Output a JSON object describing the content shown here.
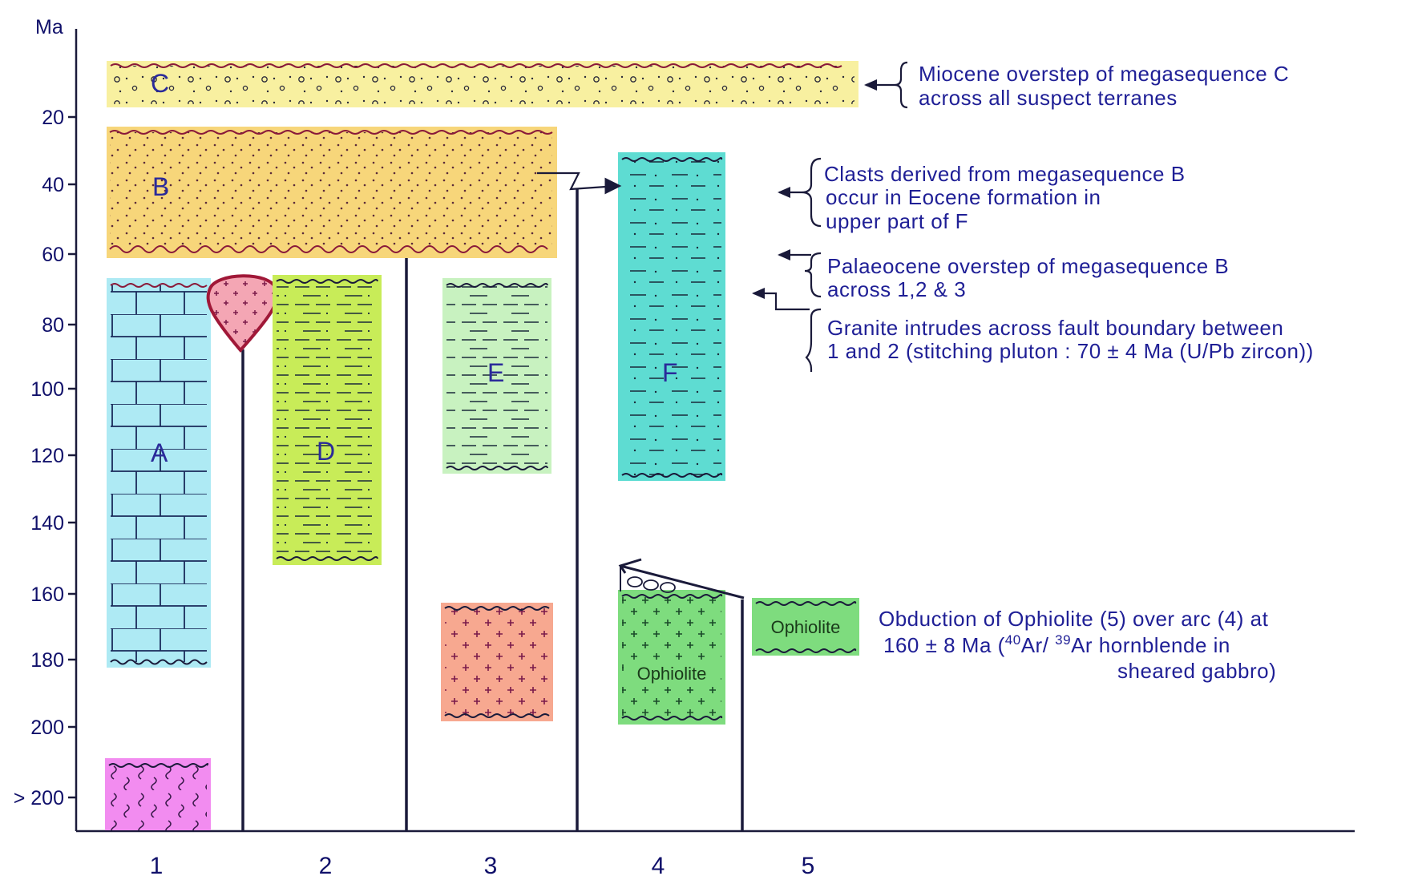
{
  "axis": {
    "unit": "Ma",
    "ticks": [
      "20",
      "40",
      "60",
      "80",
      "100",
      "120",
      "140",
      "160",
      "180",
      "200",
      "> 200"
    ]
  },
  "columns": [
    "1",
    "2",
    "3",
    "4",
    "5"
  ],
  "units": {
    "A": {
      "label": "A",
      "lithology": "limestone",
      "color": "#aeeaf4"
    },
    "B": {
      "label": "B",
      "lithology": "sandstone",
      "color": "#f7d67a"
    },
    "C": {
      "label": "C",
      "lithology": "conglomerate",
      "color": "#f8f0a0"
    },
    "D": {
      "label": "D",
      "lithology": "shale",
      "color": "#c8ec58"
    },
    "E": {
      "label": "E",
      "lithology": "shale",
      "color": "#c8f2c0"
    },
    "F": {
      "label": "F",
      "lithology": "sandy shale",
      "color": "#5edcd2"
    },
    "granite_pluton": {
      "color": "#f4a6b4"
    },
    "granite_col3": {
      "color": "#f7a890"
    },
    "basement": {
      "color": "#f28cf0"
    },
    "ophiolite_col4": {
      "label": "Ophiolite",
      "color": "#7edc7e"
    },
    "ophiolite_col5": {
      "label": "Ophiolite",
      "color": "#7edc7e"
    }
  },
  "annotations": {
    "miocene": [
      "Miocene overstep of megasequence C",
      "across all suspect terranes"
    ],
    "clasts": [
      "Clasts derived from megasequence B",
      "occur in Eocene formation in",
      "upper part of F"
    ],
    "palaeocene": [
      "Palaeocene overstep of megasequence B",
      "across 1,2 & 3"
    ],
    "granite": [
      "Granite intrudes across fault boundary between",
      "1 and 2 (stitching pluton : 70 ± 4 Ma (U/Pb zircon))"
    ],
    "obduction": {
      "line1": "Obduction of Ophiolite (5) over arc (4) at",
      "line2_a": "160 ± 8 Ma (",
      "sup1": "40",
      "line2_b": "Ar/ ",
      "sup2": "39",
      "line2_c": "Ar hornblende in",
      "line3": "sheared gabbro)"
    }
  }
}
